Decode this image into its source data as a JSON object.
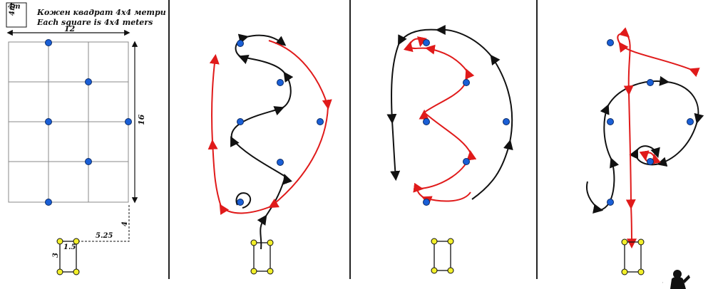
{
  "legend": {
    "square_size_label": "4m",
    "caption_line_1": "Кожен квадрат 4х4 метри",
    "caption_line_2": "Each square is 4x4 meters"
  },
  "dimensions": {
    "width_label": "12",
    "height_label": "16",
    "gap_vertical_label": "4",
    "offset_label": "5.25",
    "tee_width_label": "1.5",
    "tee_height_label": "3"
  },
  "colors": {
    "grid": "#888888",
    "marker": "#1a5fd6",
    "tee": "#f2ef2a",
    "path_black": "#111111",
    "path_red": "#e01a1a",
    "divider": "#222222"
  },
  "panels": [
    "layout",
    "path-1",
    "path-2",
    "path-3"
  ]
}
